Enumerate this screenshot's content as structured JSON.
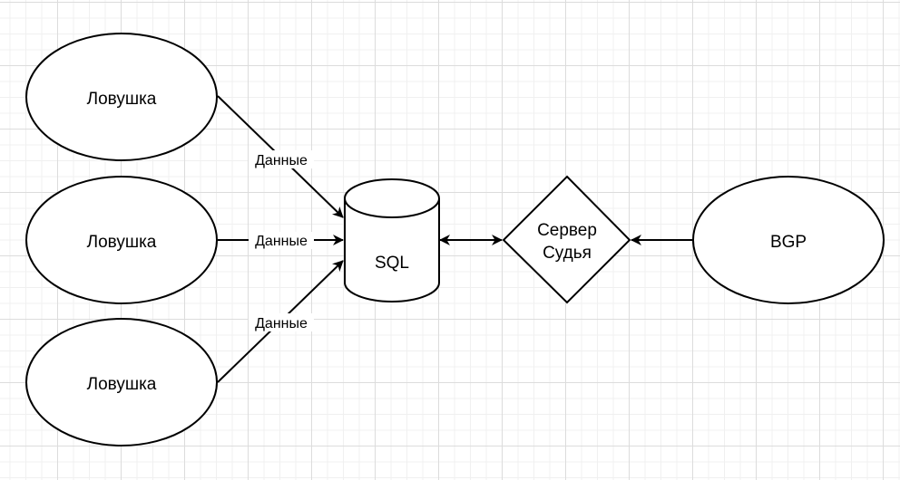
{
  "diagram": {
    "nodes": {
      "trap1": {
        "shape": "ellipse",
        "label": "Ловушка"
      },
      "trap2": {
        "shape": "ellipse",
        "label": "Ловушка"
      },
      "trap3": {
        "shape": "ellipse",
        "label": "Ловушка"
      },
      "sql": {
        "shape": "cylinder",
        "label": "SQL"
      },
      "server": {
        "shape": "rhombus",
        "label_line1": "Сервер",
        "label_line2": "Судья"
      },
      "bgp": {
        "shape": "ellipse",
        "label": "BGP"
      }
    },
    "edges": [
      {
        "from": "trap1",
        "to": "sql",
        "label": "Данные",
        "direction": "forward"
      },
      {
        "from": "trap2",
        "to": "sql",
        "label": "Данные",
        "direction": "forward"
      },
      {
        "from": "trap3",
        "to": "sql",
        "label": "Данные",
        "direction": "forward"
      },
      {
        "from": "sql",
        "to": "server",
        "label": "",
        "direction": "both"
      },
      {
        "from": "bgp",
        "to": "server",
        "label": "",
        "direction": "forward"
      }
    ],
    "colors": {
      "stroke": "#000000",
      "fill": "#ffffff",
      "grid_major": "#dcdcdc",
      "grid_minor": "#f0f0f0"
    }
  }
}
